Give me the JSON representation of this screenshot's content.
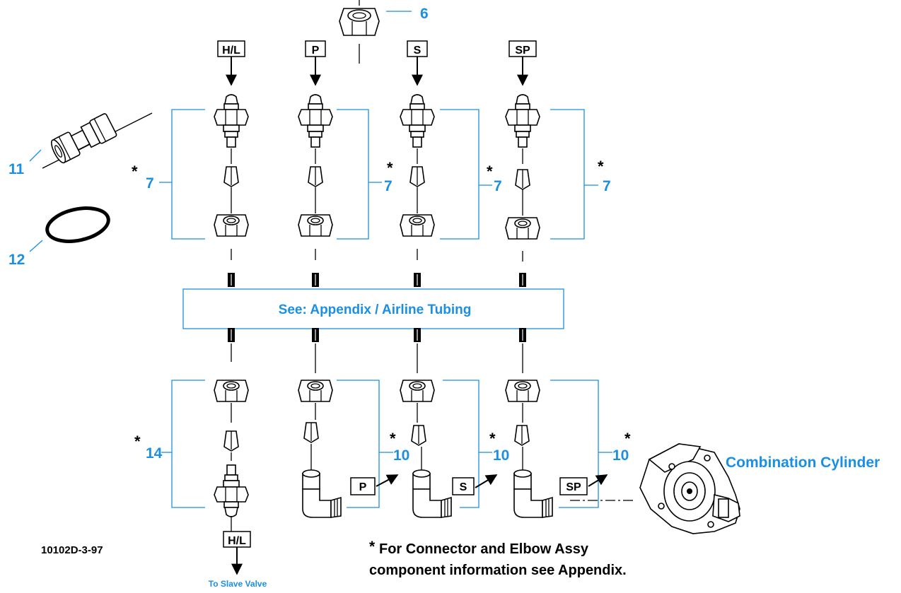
{
  "figure_id": "10102D-3-97",
  "banner": "See: Appendix / Airline Tubing",
  "note_star": "*",
  "note_line1": "For Connector and Elbow Assy",
  "note_line2": "component information see Appendix.",
  "combination_label": "Combination Cylinder",
  "slave_label": "To Slave Valve",
  "ports": {
    "hl": "H/L",
    "p": "P",
    "s": "S",
    "sp": "SP"
  },
  "callouts": {
    "c6": "6",
    "c7": "7",
    "c10": "10",
    "c11": "11",
    "c12": "12",
    "c14": "14"
  },
  "colors": {
    "callout_blue": "#1a8fe3",
    "line_black": "#000000"
  }
}
